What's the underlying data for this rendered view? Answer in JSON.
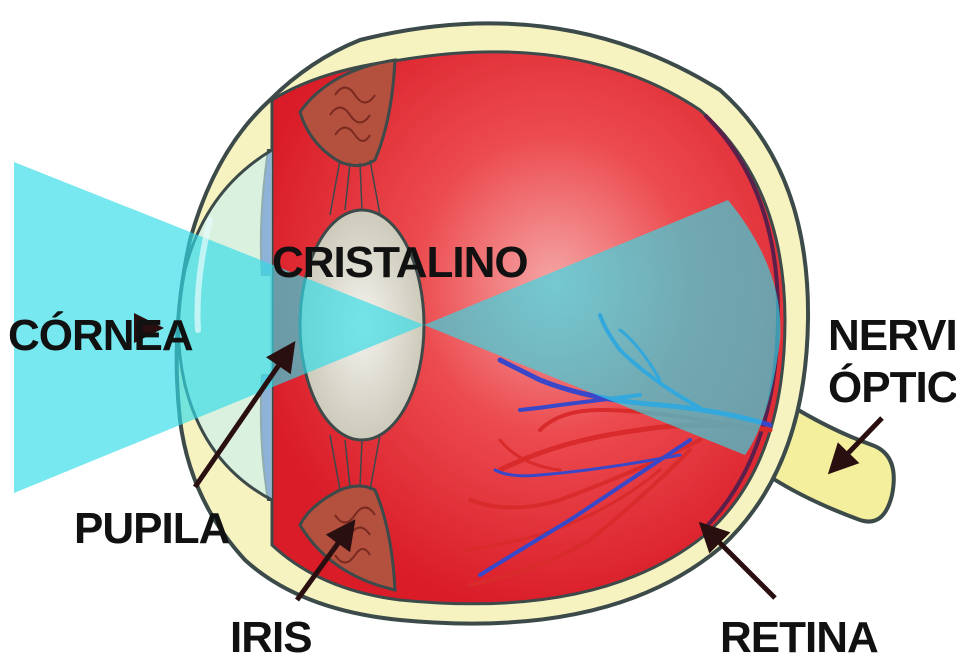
{
  "labels": {
    "cornea": "CÓRNEA",
    "cristalino": "CRISTALINO",
    "pupila": "PUPILA",
    "iris": "IRIS",
    "nervio_line1": "NERVIO",
    "nervio_line2": "ÓPTICO",
    "retina": "RETINA"
  },
  "colors": {
    "sclera": "#f6f3c0",
    "eyeball": "#e8252f",
    "light_beam": "#2fdbe8",
    "lens": "#e4e2d6",
    "ciliary": "#b3503e",
    "vein_red": "#d92b2b",
    "vein_blue": "#3848c8",
    "nerve": "#f4ef9c"
  }
}
